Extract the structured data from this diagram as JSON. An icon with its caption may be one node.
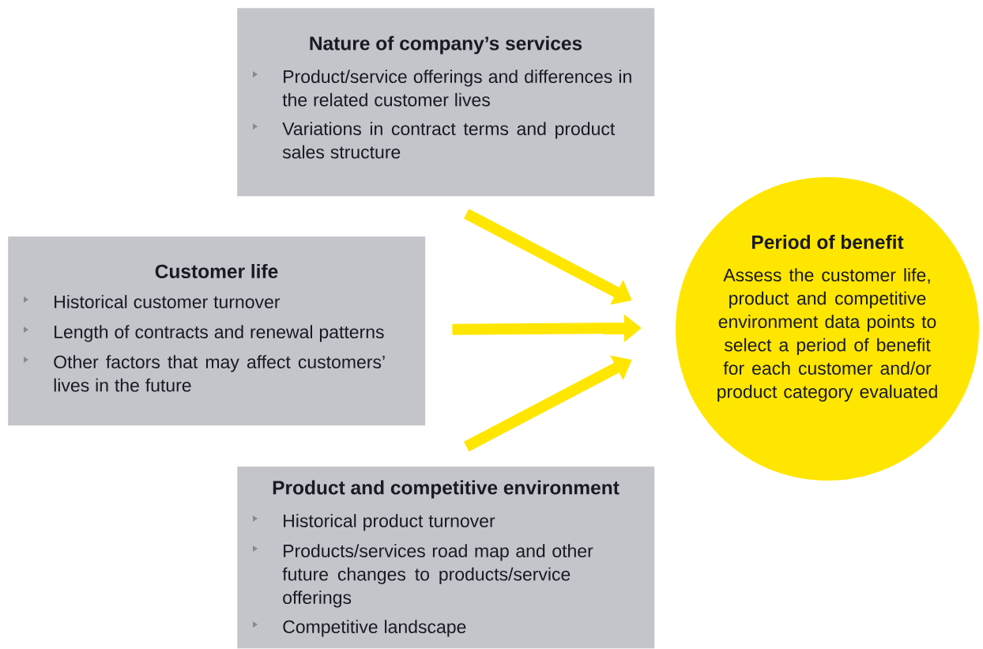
{
  "diagram": {
    "nodes": [
      {
        "text": [
          "Nature of company’s services",
          "Product/service offerings and differences in the related customer lives",
          "Variations in contract terms and product sales structure"
        ]
      },
      {
        "text": [
          "Customer life",
          "Historical customer turnover",
          "Length of contracts and renewal patterns",
          "Other factors that may affect customers’ lives in the future"
        ]
      },
      {
        "text": [
          "Product and competitive environment",
          "Historical product turnover",
          "Products/services road map and other future changes to products/service offerings",
          "Competitive landscape"
        ]
      },
      {
        "text": [
          "Period of benefit",
          "Assess the customer life, product and competitive environment data points to select a period of benefit for each customer and/or product category evaluated"
        ]
      }
    ],
    "edges": [
      {
        "from": 0,
        "to": 3,
        "arrow": "to"
      },
      {
        "from": 1,
        "to": 3,
        "arrow": "to"
      },
      {
        "from": 2,
        "to": 3,
        "arrow": "to"
      }
    ]
  }
}
